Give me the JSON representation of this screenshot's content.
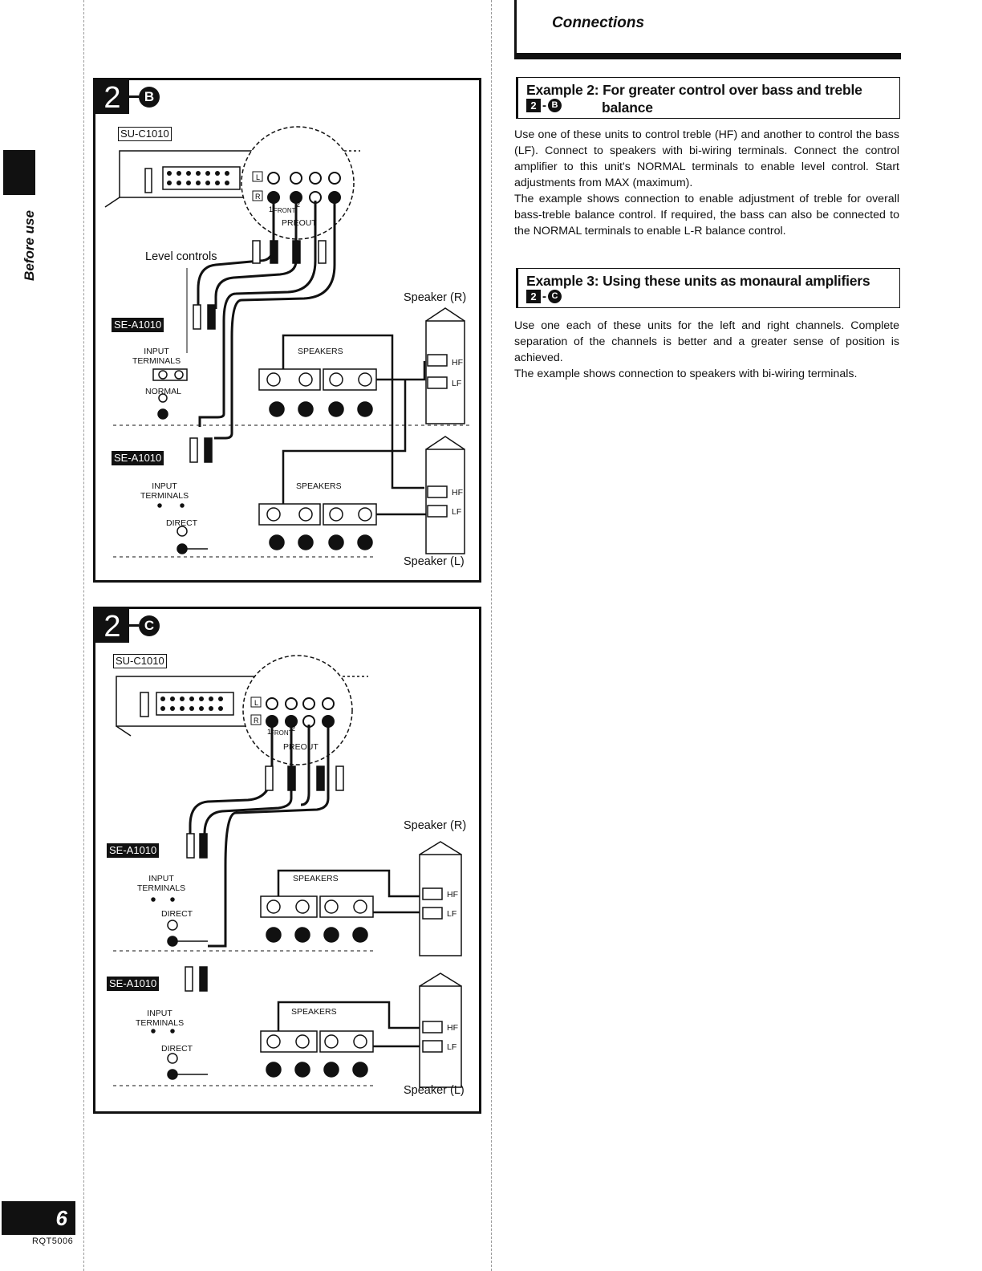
{
  "header": {
    "title": "Connections"
  },
  "side": {
    "label": "Before use",
    "page_number": "6",
    "doc_code": "RQT5006"
  },
  "example2": {
    "title_line1": "Example 2: For greater control over bass and treble",
    "badge_num": "2",
    "badge_letter": "B",
    "title_line2": "balance",
    "body": "Use one of these units to control treble (HF) and another to control the bass (LF). Connect to speakers with bi-wiring terminals. Connect the control amplifier to this unit's NORMAL terminals to enable level control. Start adjustments from MAX (maximum).",
    "body2": "The example shows connection to enable adjustment of treble for overall bass-treble balance control. If required, the bass can also be connected to the NORMAL terminals to enable L-R balance control."
  },
  "example3": {
    "title_line1": "Example 3: Using these units as monaural amplifiers",
    "badge_num": "2",
    "badge_letter": "C",
    "body": "Use one each of these units for the left and right channels. Complete separation of the channels is better and a greater sense of position is achieved.",
    "body2": "The example shows connection to speakers with bi-wiring terminals."
  },
  "diagram_b": {
    "badge_num": "2",
    "badge_letter": "B",
    "controller_model": "SU-C1010",
    "amp_model": "SE-A1010",
    "level_controls": "Level controls",
    "speaker_r": "Speaker (R)",
    "speaker_l": "Speaker (L)",
    "input_terminals": "INPUT\nTERMINALS",
    "normal": "NORMAL",
    "direct": "DIRECT",
    "speakers": "SPEAKERS",
    "front": "FRONT",
    "preout": "PREOUT",
    "hf": "HF",
    "lf": "LF"
  },
  "diagram_c": {
    "badge_num": "2",
    "badge_letter": "C",
    "controller_model": "SU-C1010",
    "amp_model": "SE-A1010",
    "speaker_r": "Speaker (R)",
    "speaker_l": "Speaker (L)",
    "input_terminals": "INPUT\nTERMINALS",
    "direct": "DIRECT",
    "speakers": "SPEAKERS",
    "front": "FRONT",
    "preout": "PREOUT",
    "hf": "HF",
    "lf": "LF"
  }
}
